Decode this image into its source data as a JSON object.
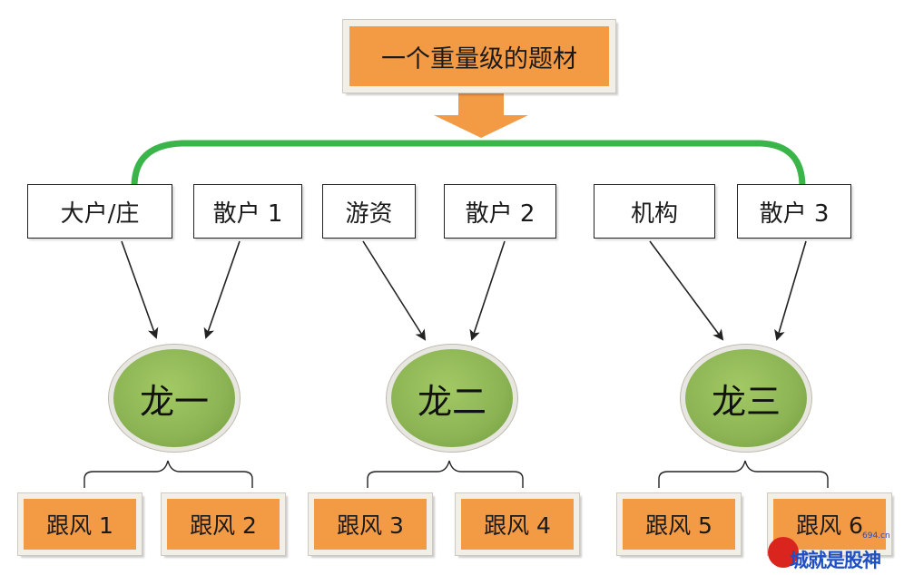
{
  "top": {
    "label": "一个重量级的题材"
  },
  "sources": [
    {
      "label": "大户/庄"
    },
    {
      "label": "散户 1"
    },
    {
      "label": "游资"
    },
    {
      "label": "散户 2"
    },
    {
      "label": "机构"
    },
    {
      "label": "散户 3"
    }
  ],
  "dragons": [
    {
      "label": "龙一"
    },
    {
      "label": "龙二"
    },
    {
      "label": "龙三"
    }
  ],
  "followers": [
    {
      "label": "跟风 1"
    },
    {
      "label": "跟风 2"
    },
    {
      "label": "跟风 3"
    },
    {
      "label": "跟风 4"
    },
    {
      "label": "跟风 5"
    },
    {
      "label": "跟风 6"
    }
  ],
  "watermark": {
    "text": "城就是股神",
    "site": "694.cn"
  },
  "colors": {
    "orange": "#f39a45",
    "green_line": "#39b54a",
    "dragon_green": "#8cb454"
  }
}
